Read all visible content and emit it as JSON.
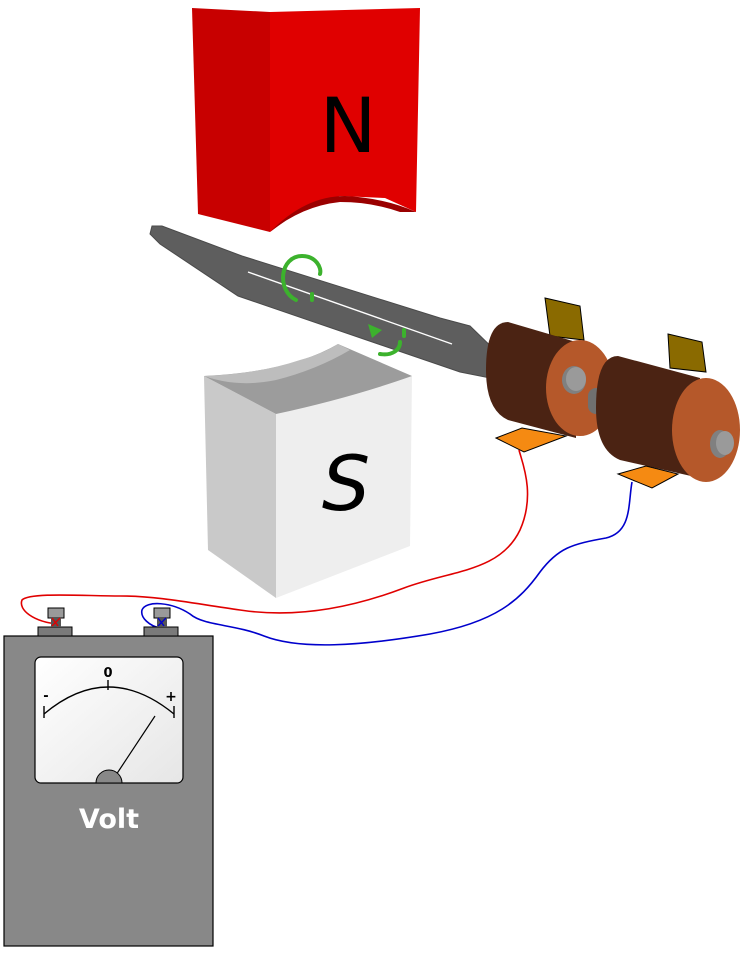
{
  "magnet": {
    "north_label": "N",
    "south_label": "S",
    "north_color": "#e00000",
    "south_color": "#eeeeee"
  },
  "voltmeter": {
    "title": "Volt",
    "scale_zero": "0",
    "scale_minus": "-",
    "scale_plus": "+",
    "body_color": "#888888"
  },
  "wires": {
    "positive_color": "#e00000",
    "negative_color": "#0000cc"
  },
  "rotation_arrow_color": "#3cb22d",
  "slip_ring_color": "#b5582a"
}
